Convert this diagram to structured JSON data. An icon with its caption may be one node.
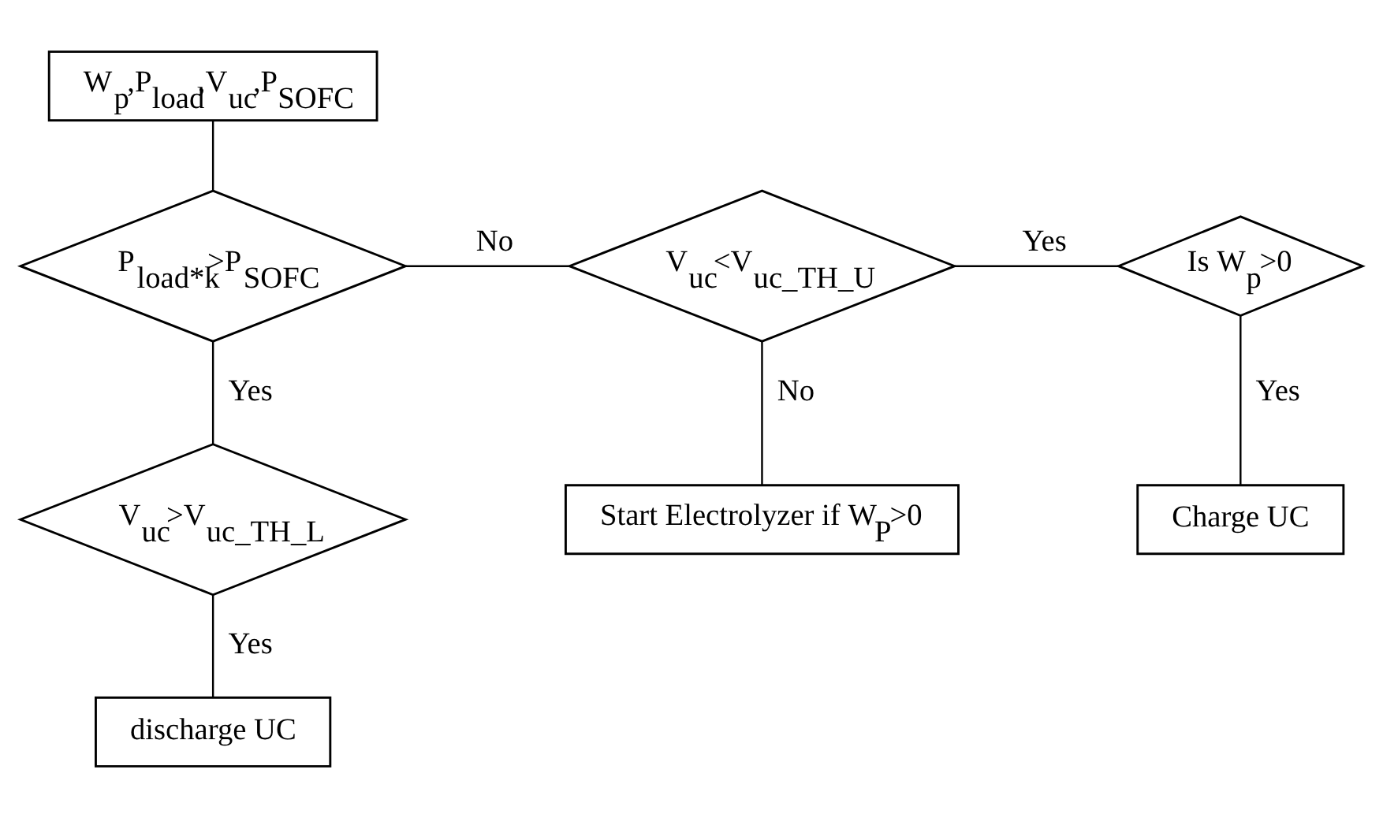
{
  "diagram": {
    "nodes": [
      {
        "text": [
          "W$_{p}$,P$_{load}$,V$_{uc}$,P$_{SOFC}$"
        ]
      },
      {
        "text": [
          "P$_{load*k}$>P$_{SOFC}$"
        ]
      },
      {
        "text": [
          "V$_{uc}$<V$_{uc_TH_U}$"
        ]
      },
      {
        "text": [
          "Is W$_{p}$>0"
        ]
      },
      {
        "text": [
          "V$_{uc}$>V$_{uc_TH_L}$"
        ]
      },
      {
        "text": [
          "Start Electrolyzer if W$_{P}$>0"
        ]
      },
      {
        "text": [
          "Charge UC"
        ]
      },
      {
        "text": [
          "discharge UC"
        ]
      }
    ],
    "edges": [
      {
        "from": 0,
        "to": 1,
        "arrow": "none"
      },
      {
        "from": 1,
        "to": 2,
        "arrow": "none",
        "label": "No"
      },
      {
        "from": 2,
        "to": 3,
        "arrow": "none",
        "label": "Yes"
      },
      {
        "from": 1,
        "to": 4,
        "arrow": "none",
        "label": "Yes"
      },
      {
        "from": 2,
        "to": 5,
        "arrow": "none",
        "label": "No"
      },
      {
        "from": 3,
        "to": 6,
        "arrow": "none",
        "label": "Yes"
      },
      {
        "from": 4,
        "to": 7,
        "arrow": "none",
        "label": "Yes"
      }
    ]
  }
}
